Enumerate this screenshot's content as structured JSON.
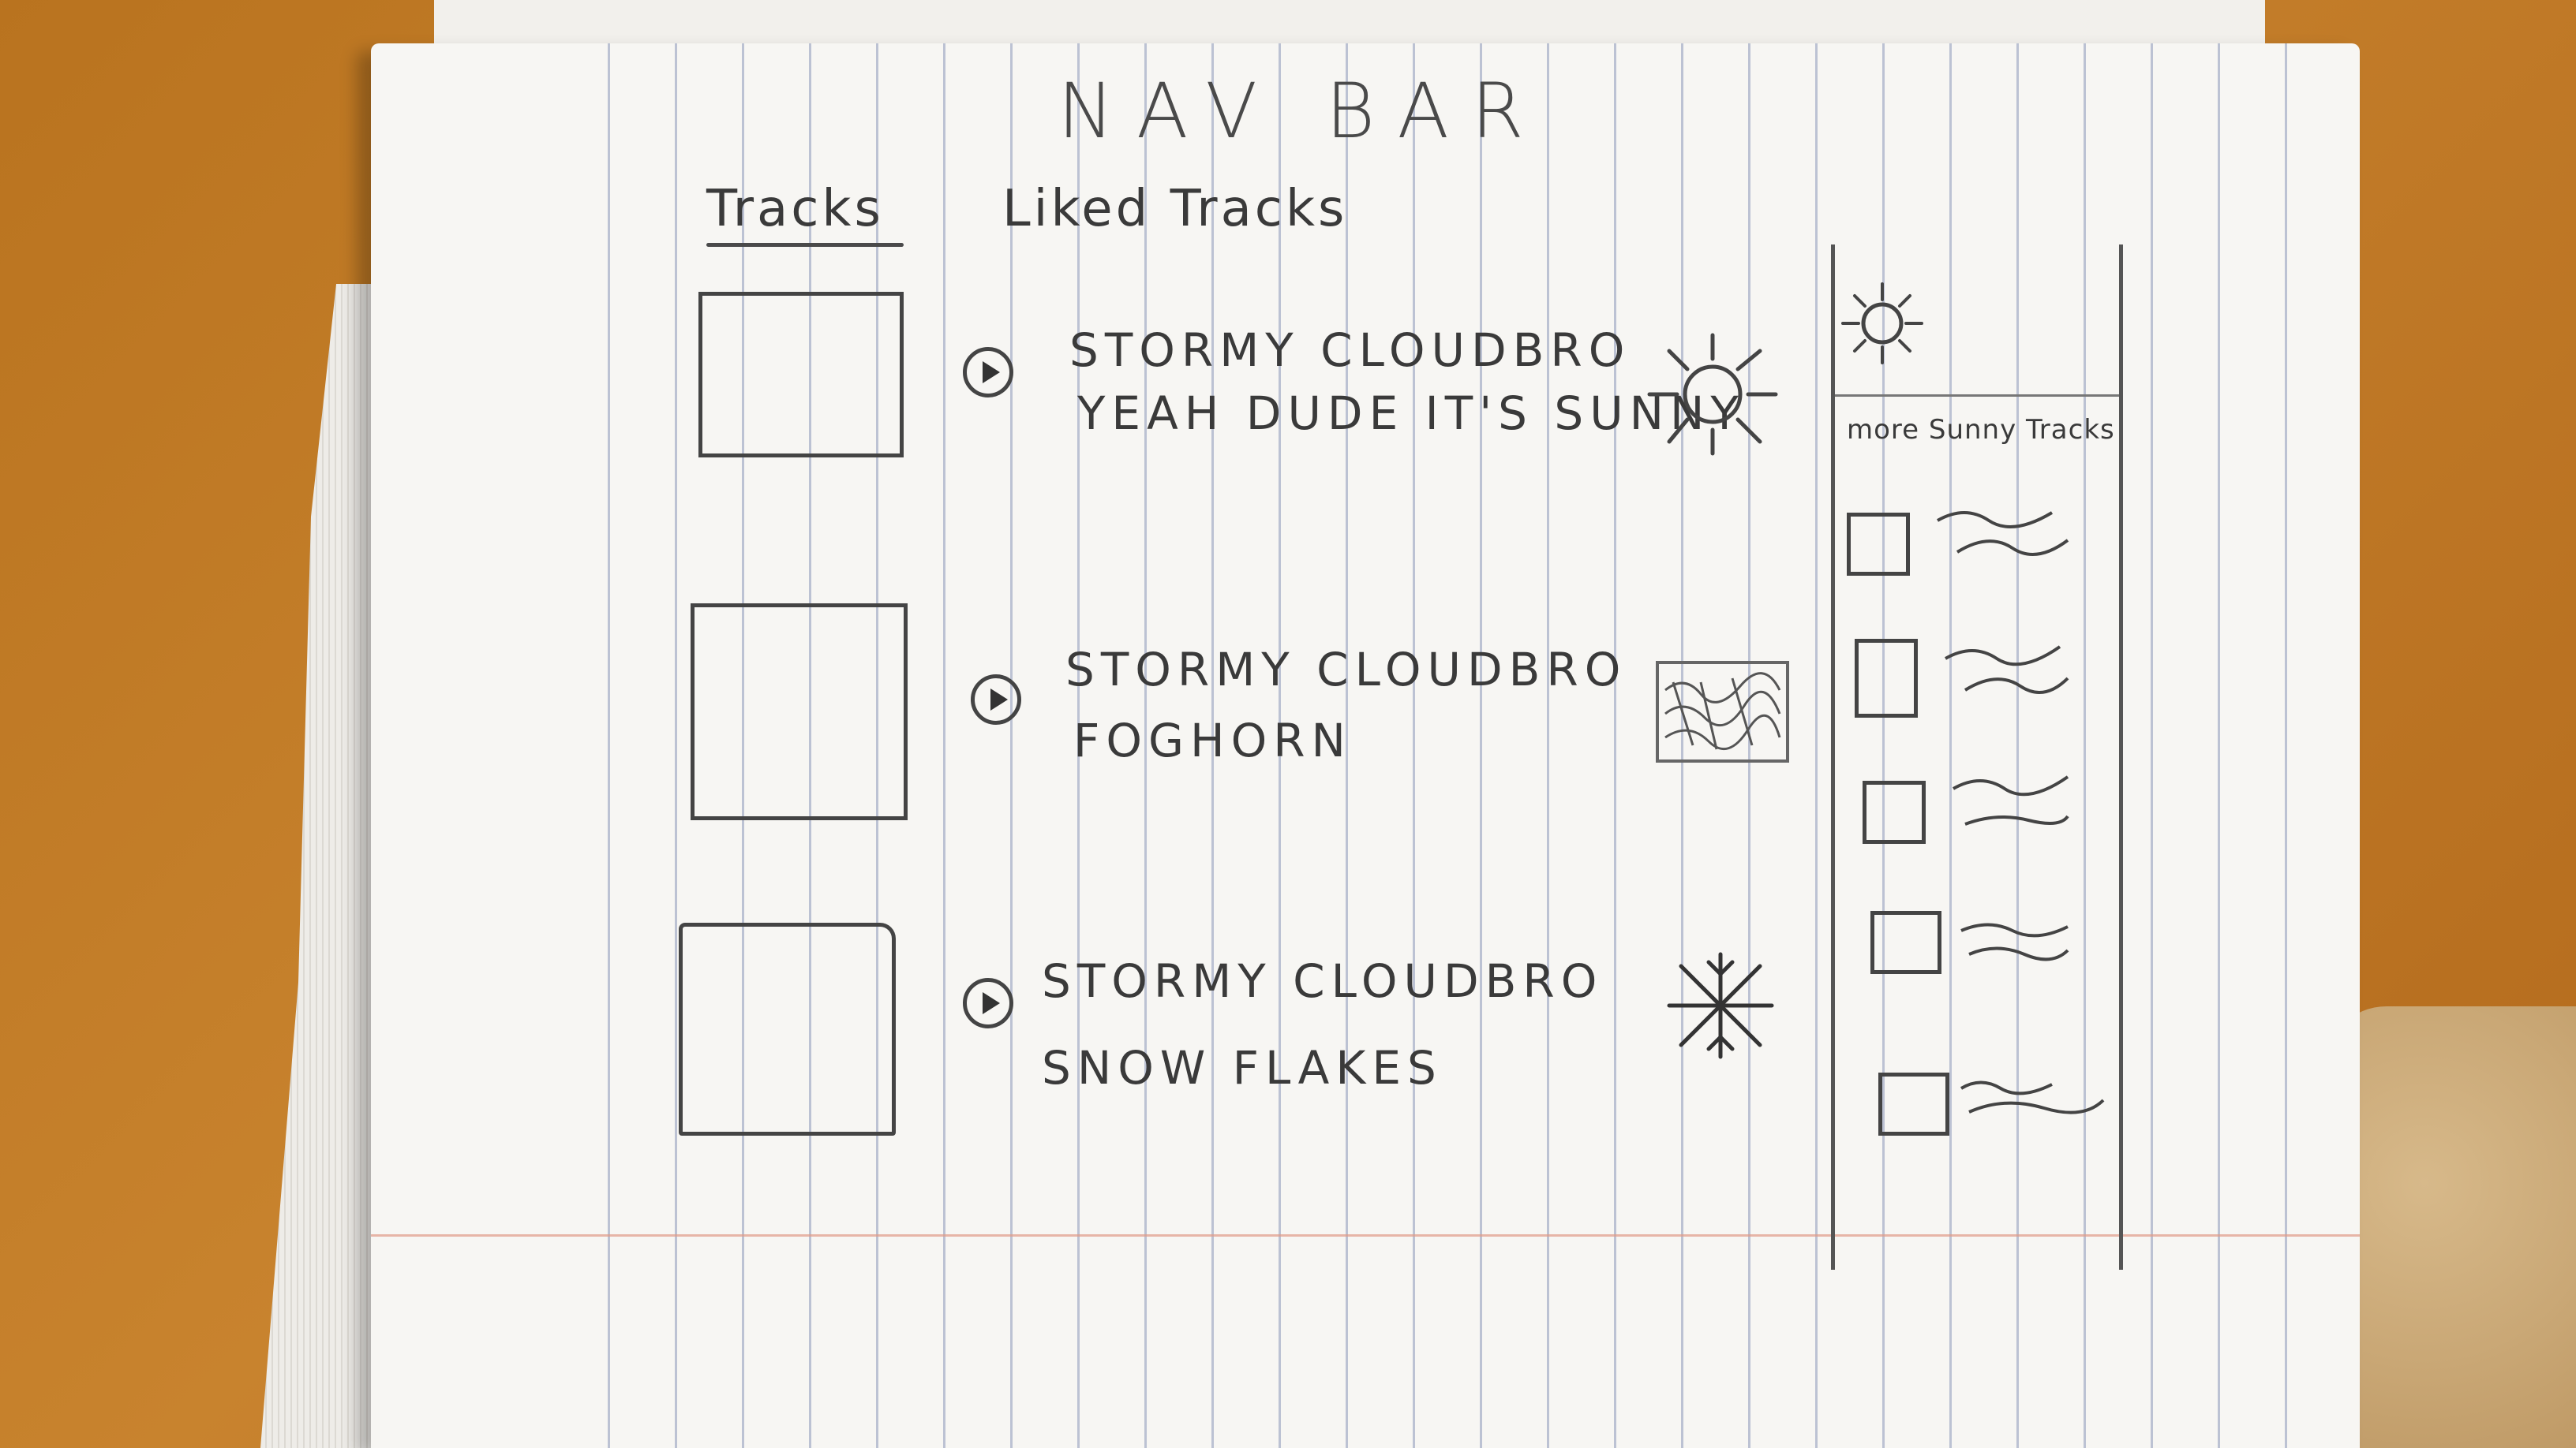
{
  "nav": {
    "label": "NAV BAR",
    "tabs": [
      {
        "label": "Tracks",
        "active": true
      },
      {
        "label": "Liked Tracks",
        "active": false
      }
    ]
  },
  "tracks": [
    {
      "artist": "STORMY CLOUDBRO",
      "title": "YEAH DUDE IT'S SUNNY",
      "weather_icon": "sun-icon"
    },
    {
      "artist": "STORMY CLOUDBRO",
      "title": "FOGHORN",
      "weather_icon": "fog-icon"
    },
    {
      "artist": "STORMY CLOUDBRO",
      "title": "SNOW FLAKES",
      "weather_icon": "snowflake-icon"
    }
  ],
  "sidebar": {
    "header_icon": "sun-icon",
    "title": "more Sunny Tracks",
    "items_count": 5
  },
  "colors": {
    "paper": "#f7f6f3",
    "pencil": "#3a3a3a",
    "rule_lines": "#8d98b8",
    "margin_line": "#e09a86",
    "table": "#c07a26"
  }
}
